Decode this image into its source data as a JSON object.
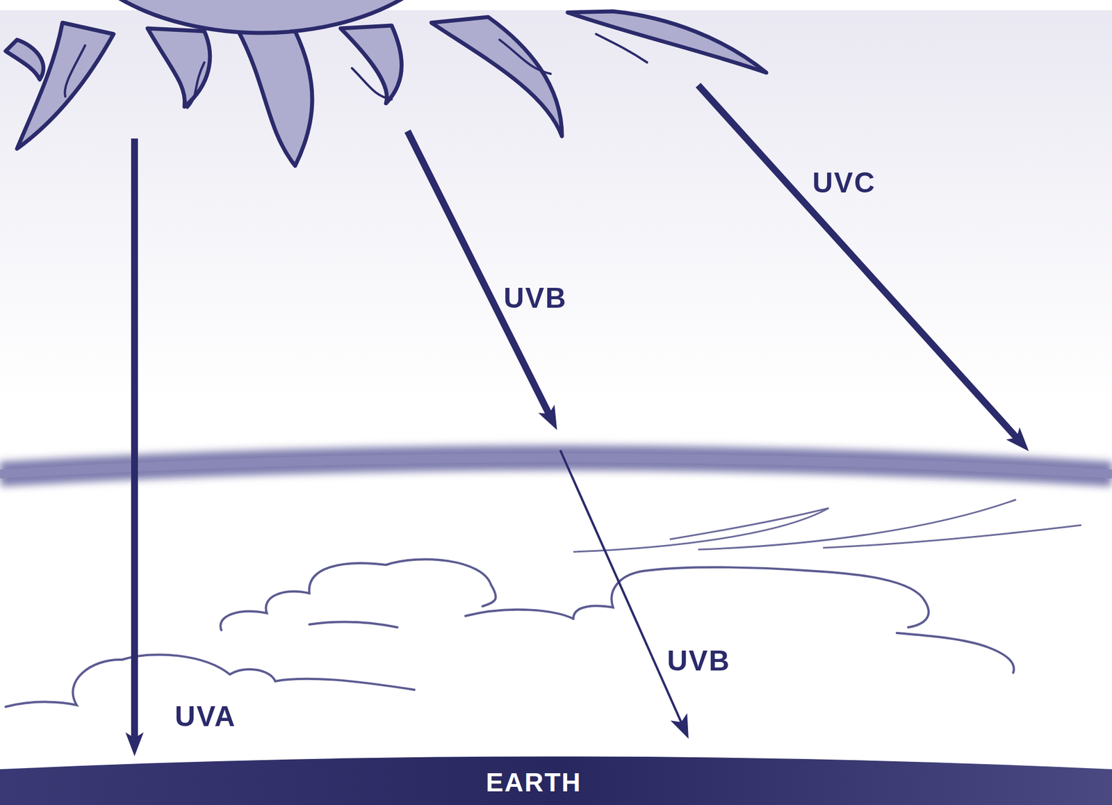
{
  "diagram": {
    "nodes": [
      {
        "text": [
          "EARTH"
        ]
      }
    ],
    "labels": [
      "UVC",
      "UVB",
      "UVB",
      "UVA"
    ]
  }
}
